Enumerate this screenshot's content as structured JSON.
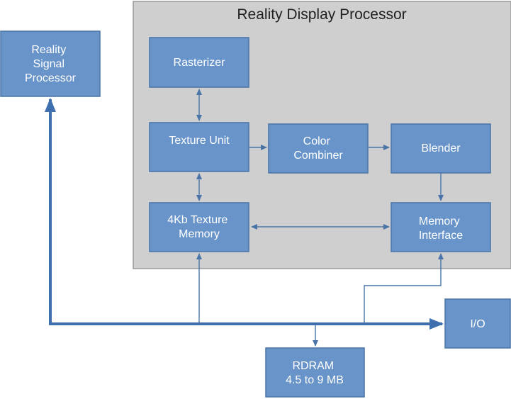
{
  "container": {
    "title": "Reality Display Processor"
  },
  "nodes": {
    "rsp": [
      "Reality",
      "Signal",
      "Processor"
    ],
    "rasterizer": [
      "Rasterizer"
    ],
    "texture_unit": [
      "Texture Unit"
    ],
    "color_combiner": [
      "Color",
      "Combiner"
    ],
    "blender": [
      "Blender"
    ],
    "texture_memory": [
      "4Kb Texture",
      "Memory"
    ],
    "memory_interface": [
      "Memory",
      "Interface"
    ],
    "io": [
      "I/O"
    ],
    "rdram": [
      "RDRAM",
      "4.5 to 9 MB"
    ]
  },
  "colors": {
    "box_fill": "#6894c9",
    "box_stroke": "#4a74a8",
    "container_fill": "#cfcfcf",
    "bus": "#3f6fae",
    "connector": "#4a74a8"
  }
}
